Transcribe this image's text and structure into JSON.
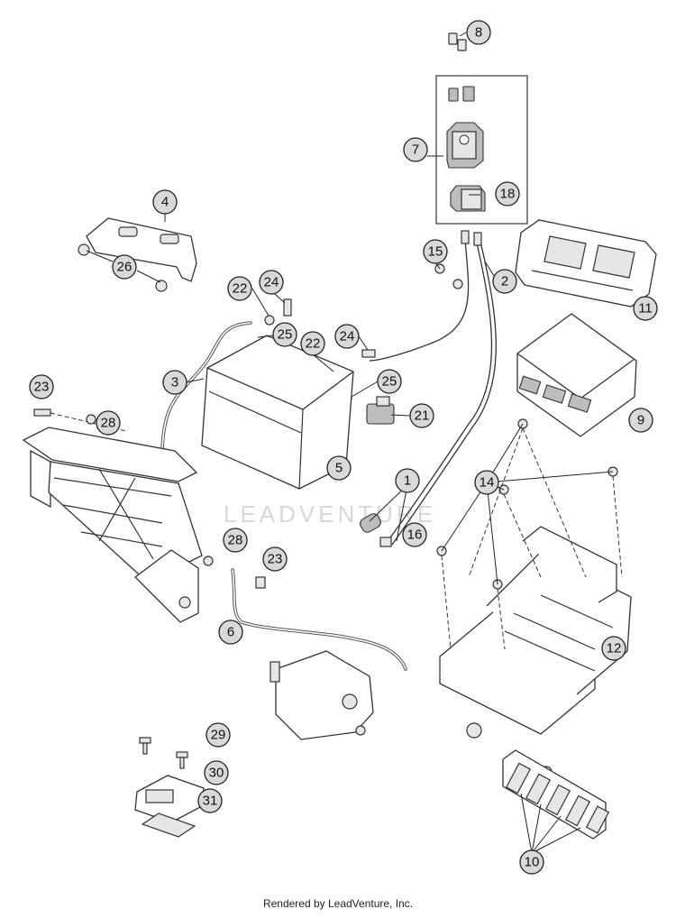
{
  "watermark": "LEADVENTURE",
  "footer": "Rendered by LeadVenture, Inc.",
  "callouts": [
    {
      "id": "c1",
      "label": "1"
    },
    {
      "id": "c2",
      "label": "2"
    },
    {
      "id": "c3",
      "label": "3"
    },
    {
      "id": "c4",
      "label": "4"
    },
    {
      "id": "c5",
      "label": "5"
    },
    {
      "id": "c6",
      "label": "6"
    },
    {
      "id": "c7",
      "label": "7"
    },
    {
      "id": "c8",
      "label": "8"
    },
    {
      "id": "c9",
      "label": "9"
    },
    {
      "id": "c10",
      "label": "10"
    },
    {
      "id": "c11",
      "label": "11"
    },
    {
      "id": "c12",
      "label": "12"
    },
    {
      "id": "c14",
      "label": "14"
    },
    {
      "id": "c15",
      "label": "15"
    },
    {
      "id": "c16",
      "label": "16"
    },
    {
      "id": "c18",
      "label": "18"
    },
    {
      "id": "c21",
      "label": "21"
    },
    {
      "id": "c22a",
      "label": "22"
    },
    {
      "id": "c22b",
      "label": "22"
    },
    {
      "id": "c23a",
      "label": "23"
    },
    {
      "id": "c23b",
      "label": "23"
    },
    {
      "id": "c24a",
      "label": "24"
    },
    {
      "id": "c24b",
      "label": "24"
    },
    {
      "id": "c25a",
      "label": "25"
    },
    {
      "id": "c25b",
      "label": "25"
    },
    {
      "id": "c26",
      "label": "26"
    },
    {
      "id": "c28a",
      "label": "28"
    },
    {
      "id": "c28b",
      "label": "28"
    },
    {
      "id": "c29",
      "label": "29"
    },
    {
      "id": "c30",
      "label": "30"
    },
    {
      "id": "c31",
      "label": "31"
    }
  ]
}
